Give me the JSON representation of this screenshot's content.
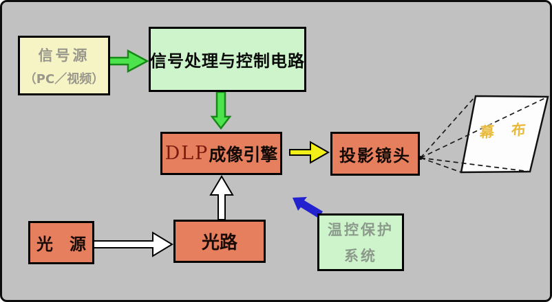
{
  "diagram": {
    "title_semantic": "DLP projector system block diagram",
    "colors": {
      "canvas_bg": "#c1c1c1",
      "frame_border": "#0d0d0d",
      "signal_source_bg": "#f6f3c4",
      "green_box_bg": "#cdf4cb",
      "salmon_box_bg": "#e57f5e",
      "box_border": "#000000",
      "green_arrow_fill": "#4ce34c",
      "green_arrow_stroke": "#168816",
      "yellow_arrow_fill": "#f2ee1a",
      "white_arrow_fill": "#ffffff",
      "blue_arrow_fill": "#2222cf",
      "screen_fill": "#fdfdfd",
      "screen_label_color": "#e9b93a",
      "muted_label_color": "#98978b",
      "thermal_label_color": "#8c9a8c",
      "dlp_en_color": "#7a1a0e"
    },
    "nodes": {
      "signal_source": {
        "line1": "信号源",
        "line2": "（PC／视频）"
      },
      "signal_processing": {
        "label": "信号处理与控制电路"
      },
      "dlp_engine": {
        "label_en": "DLP",
        "label_zh": "成像引擎"
      },
      "projection_lens": {
        "label": "投影镜头"
      },
      "light_source": {
        "label": "光　源"
      },
      "light_path": {
        "label": "光路"
      },
      "thermal_protection": {
        "line1": "温控保护",
        "line2": "系统"
      },
      "screen": {
        "label": "幕　布"
      }
    },
    "connections": [
      "signal_source → signal_processing (green arrow)",
      "signal_processing → dlp_engine (green arrow)",
      "dlp_engine → projection_lens (yellow arrow)",
      "light_source → light_path (white arrow)",
      "light_path → dlp_engine (white arrow)",
      "thermal_protection → system (blue arrow, up-left)",
      "projection_lens → screen (dashed projection cone)"
    ]
  }
}
